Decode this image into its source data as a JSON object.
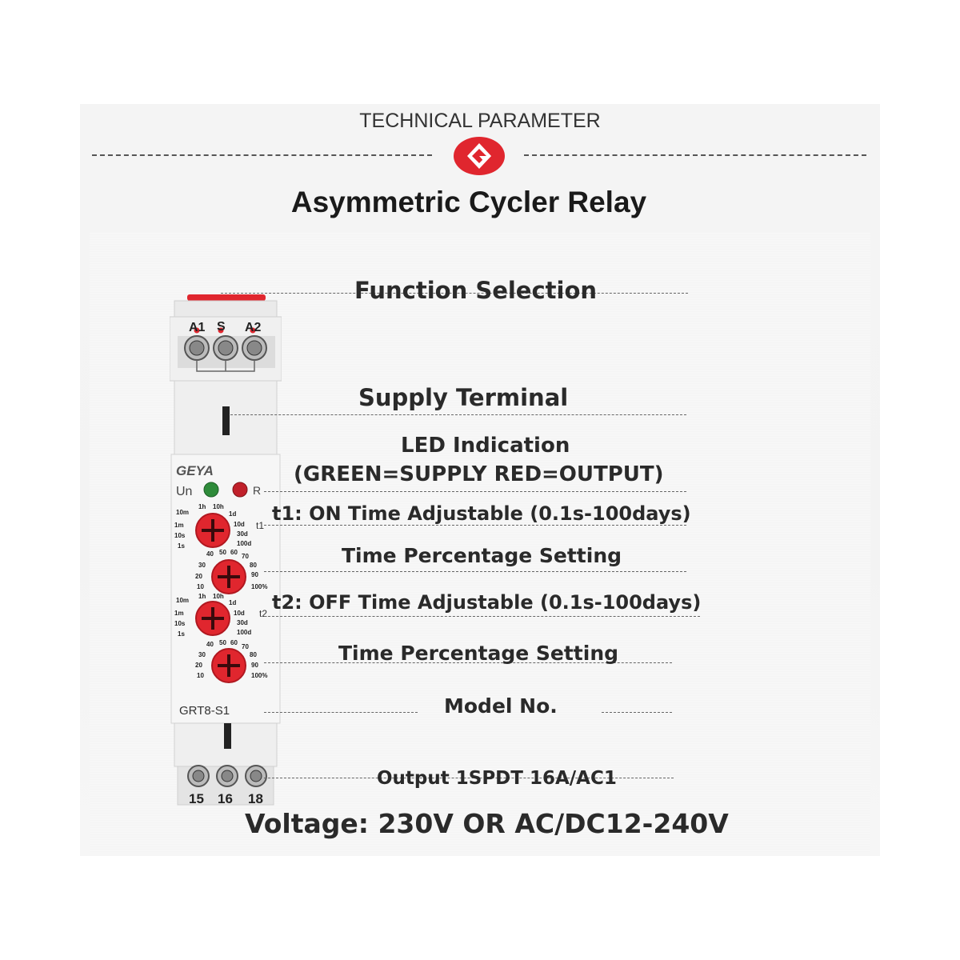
{
  "header": {
    "section_title": "TECHNICAL PARAMETER",
    "logo_icon": "brand-logo-icon",
    "main_title": "Asymmetric Cycler Relay"
  },
  "device": {
    "brand": "GEYA",
    "top_terminals": [
      "A1",
      "S",
      "A2"
    ],
    "led_labels": [
      "Un",
      "R"
    ],
    "dial_scale_time": [
      "10m",
      "1h",
      "10h",
      "1d",
      "10d",
      "30d",
      "100d",
      "1m",
      "10s",
      "1s"
    ],
    "dial_scale_percent": [
      "40",
      "50",
      "60",
      "70",
      "30",
      "80",
      "20",
      "90",
      "10",
      "100%"
    ],
    "dial_t1_label": "t1",
    "dial_t2_label": "t2",
    "model": "GRT8-S1",
    "bottom_terminals": [
      "15",
      "16",
      "18"
    ]
  },
  "callouts": {
    "function_selection": "Function Selection",
    "supply_terminal": "Supply Terminal",
    "led_indication_line1": "LED Indication",
    "led_indication_line2": "(GREEN=SUPPLY  RED=OUTPUT)",
    "t1": "t1: ON Time Adjustable (0.1s-100days)",
    "time_percentage_1": "Time Percentage Setting",
    "t2": "t2: OFF Time Adjustable  (0.1s-100days)",
    "time_percentage_2": "Time Percentage Setting",
    "model_no": "Model No.",
    "output": "Output 1SPDT 16A/AC1"
  },
  "footer": {
    "voltage": "Voltage: 230V OR AC/DC12-240V"
  },
  "colors": {
    "accent_red": "#e0262e",
    "led_green": "#2e8b3a",
    "led_red": "#c0202a",
    "body_white": "#f1f1f1"
  }
}
